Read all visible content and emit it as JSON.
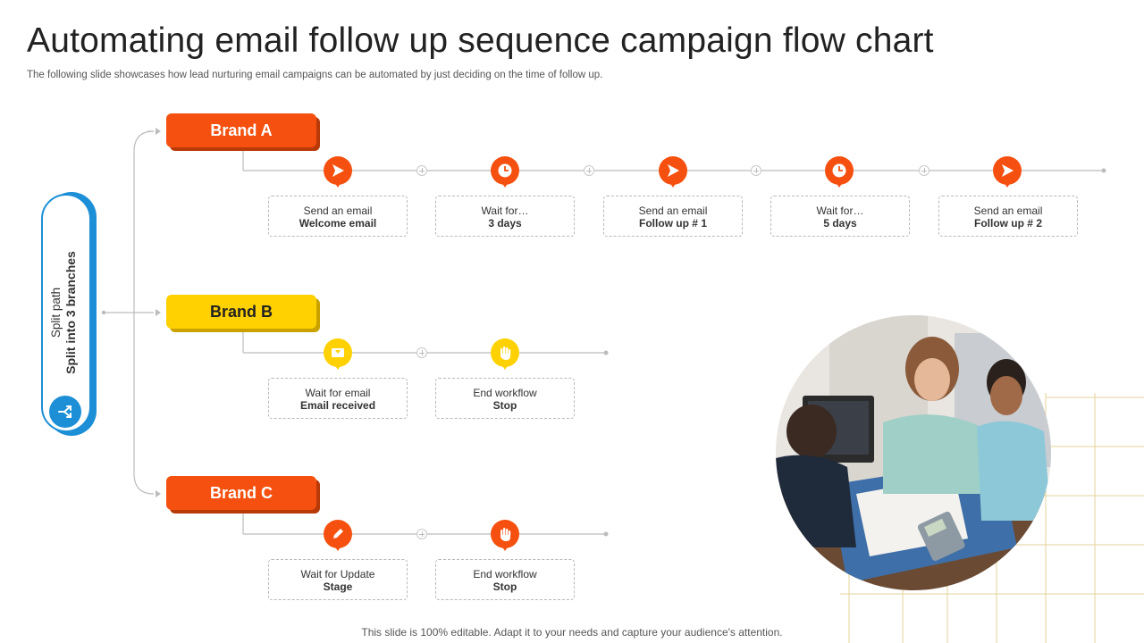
{
  "title": "Automating email follow up sequence campaign flow chart",
  "subtitle": "The following slide showcases how lead nurturing email campaigns can be automated by just deciding on the time of follow up.",
  "footer": "This slide is 100% editable. Adapt it to your needs and capture your audience's attention.",
  "colors": {
    "orange": "#f5500f",
    "orange_shadow": "#b83a08",
    "yellow": "#ffd100",
    "yellow_shadow": "#c9a200",
    "blue": "#1c8fd6",
    "grid_gold": "#e6d29a"
  },
  "split": {
    "line1": "Split path",
    "line2": "Split into 3 branches",
    "icon": "split-arrows-icon"
  },
  "branches": [
    {
      "name": "Brand A",
      "color": "orange",
      "steps": [
        {
          "icon": "send-arrow-icon",
          "line1": "Send an email",
          "line2": "Welcome email"
        },
        {
          "icon": "clock-icon",
          "line1": "Wait for…",
          "line2": "3 days"
        },
        {
          "icon": "send-arrow-icon",
          "line1": "Send an email",
          "line2": "Follow up # 1"
        },
        {
          "icon": "clock-icon",
          "line1": "Wait for…",
          "line2": "5 days"
        },
        {
          "icon": "send-arrow-icon",
          "line1": "Send an email",
          "line2": "Follow up # 2"
        }
      ]
    },
    {
      "name": "Brand B",
      "color": "yellow",
      "steps": [
        {
          "icon": "inbox-download-icon",
          "line1": "Wait for email",
          "line2": "Email received"
        },
        {
          "icon": "stop-hand-icon",
          "line1": "End workflow",
          "line2": "Stop"
        }
      ]
    },
    {
      "name": "Brand C",
      "color": "orange",
      "steps": [
        {
          "icon": "pencil-icon",
          "line1": "Wait for Update",
          "line2": "Stage"
        },
        {
          "icon": "stop-hand-icon",
          "line1": "End workflow",
          "line2": "Stop"
        }
      ]
    }
  ]
}
